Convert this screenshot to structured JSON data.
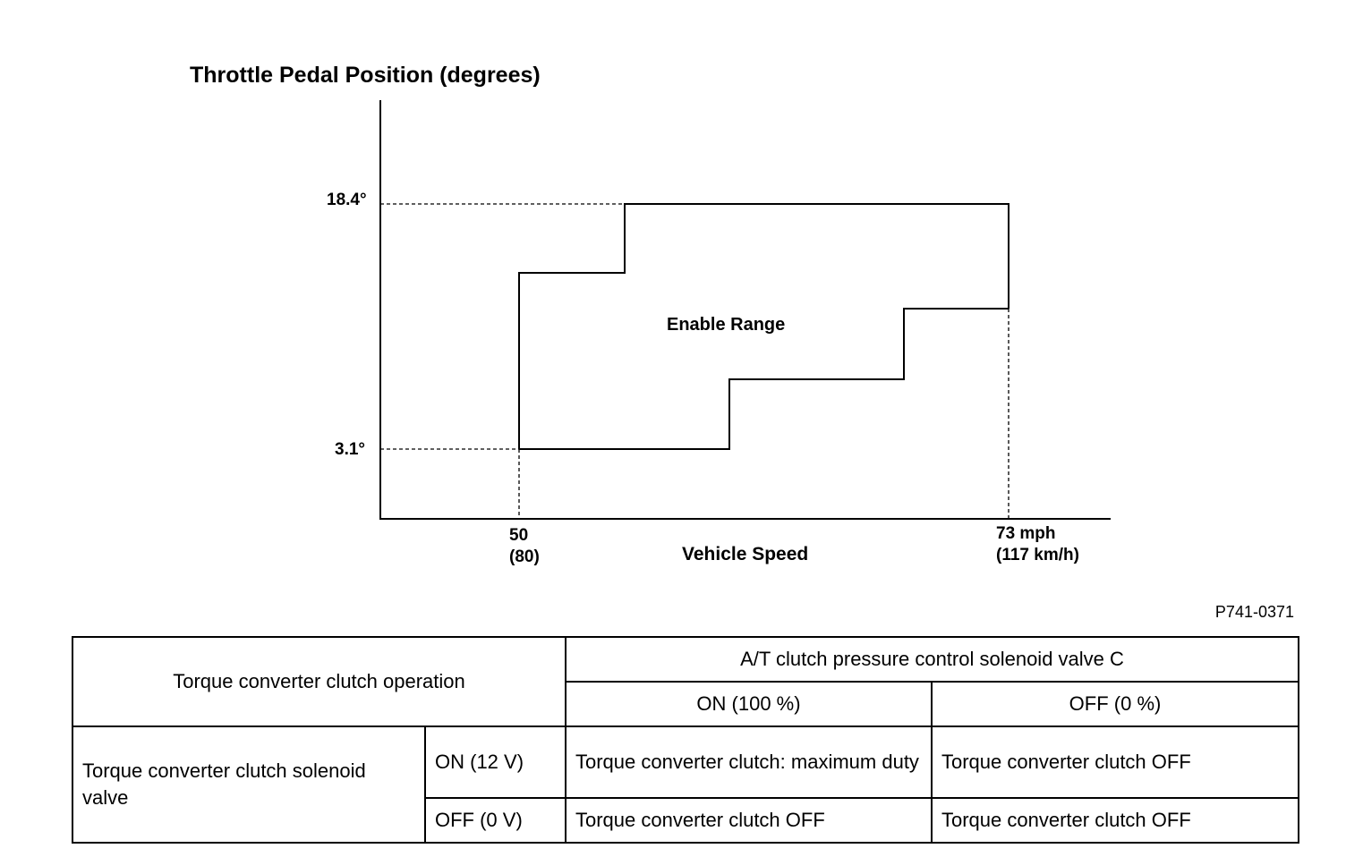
{
  "diagram": {
    "y_axis_title": "Throttle Pedal Position (degrees)",
    "y_ticks": [
      "18.4°",
      "3.1°"
    ],
    "x_ticks": [
      {
        "line1": "50",
        "line2": "(80)"
      },
      {
        "line1": "73 mph",
        "line2": "(117 km/h)"
      }
    ],
    "x_axis_title": "Vehicle Speed",
    "region_label": "Enable Range"
  },
  "figure_code": "P741-0371",
  "table": {
    "header_left": "Torque converter clutch operation",
    "header_right": "A/T clutch pressure control solenoid valve C",
    "col_on": "ON (100 %)",
    "col_off": "OFF (0 %)",
    "row_label": "Torque converter clutch solenoid valve",
    "rows": [
      {
        "state": "ON (12 V)",
        "cell_on": "Torque converter clutch: maximum duty",
        "cell_off": "Torque converter clutch OFF"
      },
      {
        "state": "OFF (0 V)",
        "cell_on": "Torque converter clutch OFF",
        "cell_off": "Torque converter clutch OFF"
      }
    ]
  }
}
